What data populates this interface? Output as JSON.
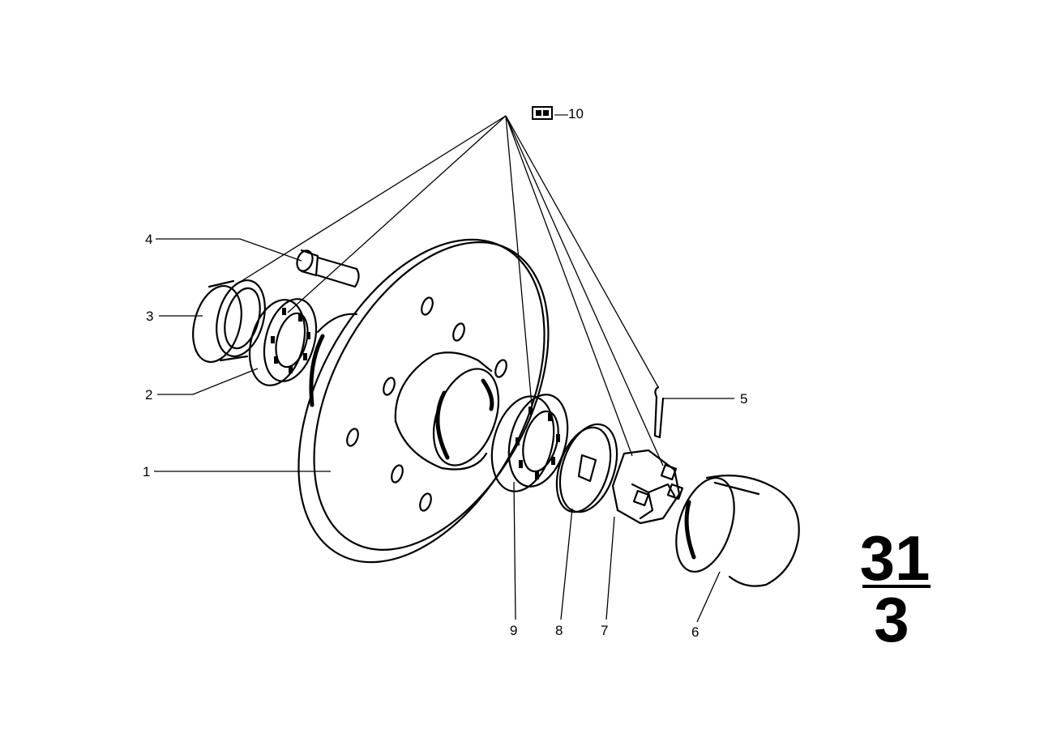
{
  "callouts": {
    "c1": "1",
    "c2": "2",
    "c3": "3",
    "c4": "4",
    "c5": "5",
    "c6": "6",
    "c7": "7",
    "c8": "8",
    "c9": "9",
    "c10": "—10"
  },
  "section": {
    "group": "31",
    "subgroup": "3"
  },
  "icons": {
    "lubricant_symbol": "grease-symbol-icon"
  }
}
